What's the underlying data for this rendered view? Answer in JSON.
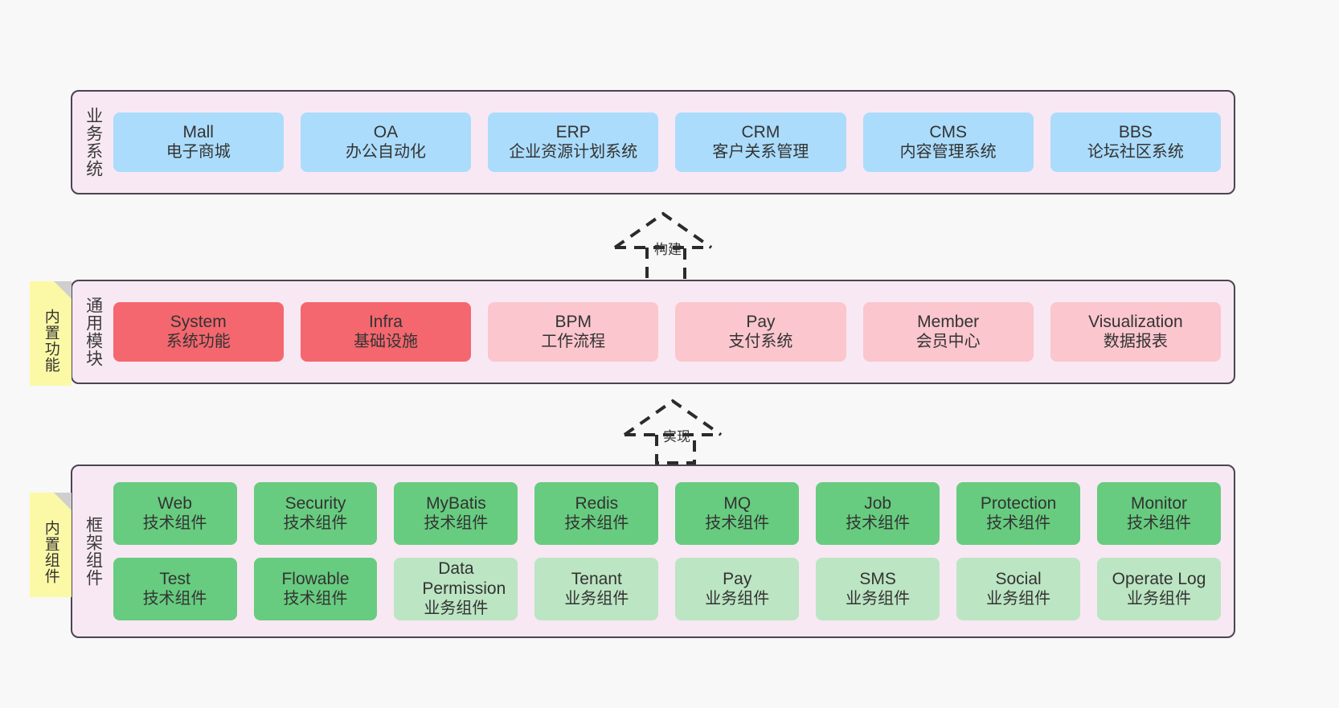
{
  "diagram": {
    "background_color": "#f8f8f8",
    "panel_bg": "#f8e8f3",
    "panel_border": "#4a4452",
    "note_color": "#fcf9a6",
    "colors": {
      "blue": "#abdcfb",
      "red": "#f4676e",
      "pink": "#fbc6cd",
      "green": "#67cc7f",
      "light_green": "#bce5c3"
    }
  },
  "layers": [
    {
      "id": "business-system",
      "title": "业务系统",
      "rows": [
        [
          {
            "name": "Mall",
            "desc": "电子商城",
            "color": "blue"
          },
          {
            "name": "OA",
            "desc": "办公自动化",
            "color": "blue"
          },
          {
            "name": "ERP",
            "desc": "企业资源计划系统",
            "color": "blue"
          },
          {
            "name": "CRM",
            "desc": "客户关系管理",
            "color": "blue"
          },
          {
            "name": "CMS",
            "desc": "内容管理系统",
            "color": "blue"
          },
          {
            "name": "BBS",
            "desc": "论坛社区系统",
            "color": "blue"
          }
        ]
      ]
    },
    {
      "id": "common-module",
      "title": "通用模块",
      "note": "内置功能",
      "rows": [
        [
          {
            "name": "System",
            "desc": "系统功能",
            "color": "red"
          },
          {
            "name": "Infra",
            "desc": "基础设施",
            "color": "red"
          },
          {
            "name": "BPM",
            "desc": "工作流程",
            "color": "pink"
          },
          {
            "name": "Pay",
            "desc": "支付系统",
            "color": "pink"
          },
          {
            "name": "Member",
            "desc": "会员中心",
            "color": "pink"
          },
          {
            "name": "Visualization",
            "desc": "数据报表",
            "color": "pink"
          }
        ]
      ]
    },
    {
      "id": "framework-component",
      "title": "框架组件",
      "note": "内置组件",
      "rows": [
        [
          {
            "name": "Web",
            "desc": "技术组件",
            "color": "green"
          },
          {
            "name": "Security",
            "desc": "技术组件",
            "color": "green"
          },
          {
            "name": "MyBatis",
            "desc": "技术组件",
            "color": "green"
          },
          {
            "name": "Redis",
            "desc": "技术组件",
            "color": "green"
          },
          {
            "name": "MQ",
            "desc": "技术组件",
            "color": "green"
          },
          {
            "name": "Job",
            "desc": "技术组件",
            "color": "green"
          },
          {
            "name": "Protection",
            "desc": "技术组件",
            "color": "green"
          },
          {
            "name": "Monitor",
            "desc": "技术组件",
            "color": "green"
          }
        ],
        [
          {
            "name": "Test",
            "desc": "技术组件",
            "color": "green"
          },
          {
            "name": "Flowable",
            "desc": "技术组件",
            "color": "green"
          },
          {
            "name": "Data Permission",
            "desc": "业务组件",
            "color": "light_green"
          },
          {
            "name": "Tenant",
            "desc": "业务组件",
            "color": "light_green"
          },
          {
            "name": "Pay",
            "desc": "业务组件",
            "color": "light_green"
          },
          {
            "name": "SMS",
            "desc": "业务组件",
            "color": "light_green"
          },
          {
            "name": "Social",
            "desc": "业务组件",
            "color": "light_green"
          },
          {
            "name": "Operate Log",
            "desc": "业务组件",
            "color": "light_green"
          }
        ]
      ]
    }
  ],
  "connectors": [
    {
      "id": "build",
      "label": "构建"
    },
    {
      "id": "realize",
      "label": "实现"
    }
  ]
}
